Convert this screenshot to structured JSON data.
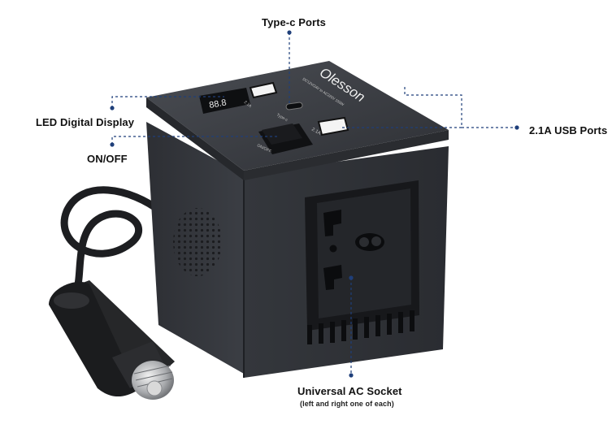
{
  "callouts": {
    "type_c": "Type-c Ports",
    "led_display": "LED Digital Display",
    "on_off": "ON/OFF",
    "usb_ports": "2.1A USB Ports",
    "ac_socket": "Universal AC Socket",
    "ac_socket_note": "(left and right one of each)"
  },
  "product": {
    "brand": "Olesson",
    "spec_line": "DC12V/24V to AC220V 150W",
    "display_reading": "88.8",
    "usb_left_label": "2.1A",
    "usb_right_label": "2.1A",
    "typec_label": "Type-c",
    "switch_label": "ON/OFF"
  },
  "colors": {
    "body": "#3a3d42",
    "accent_line": "#1f3f7a"
  }
}
